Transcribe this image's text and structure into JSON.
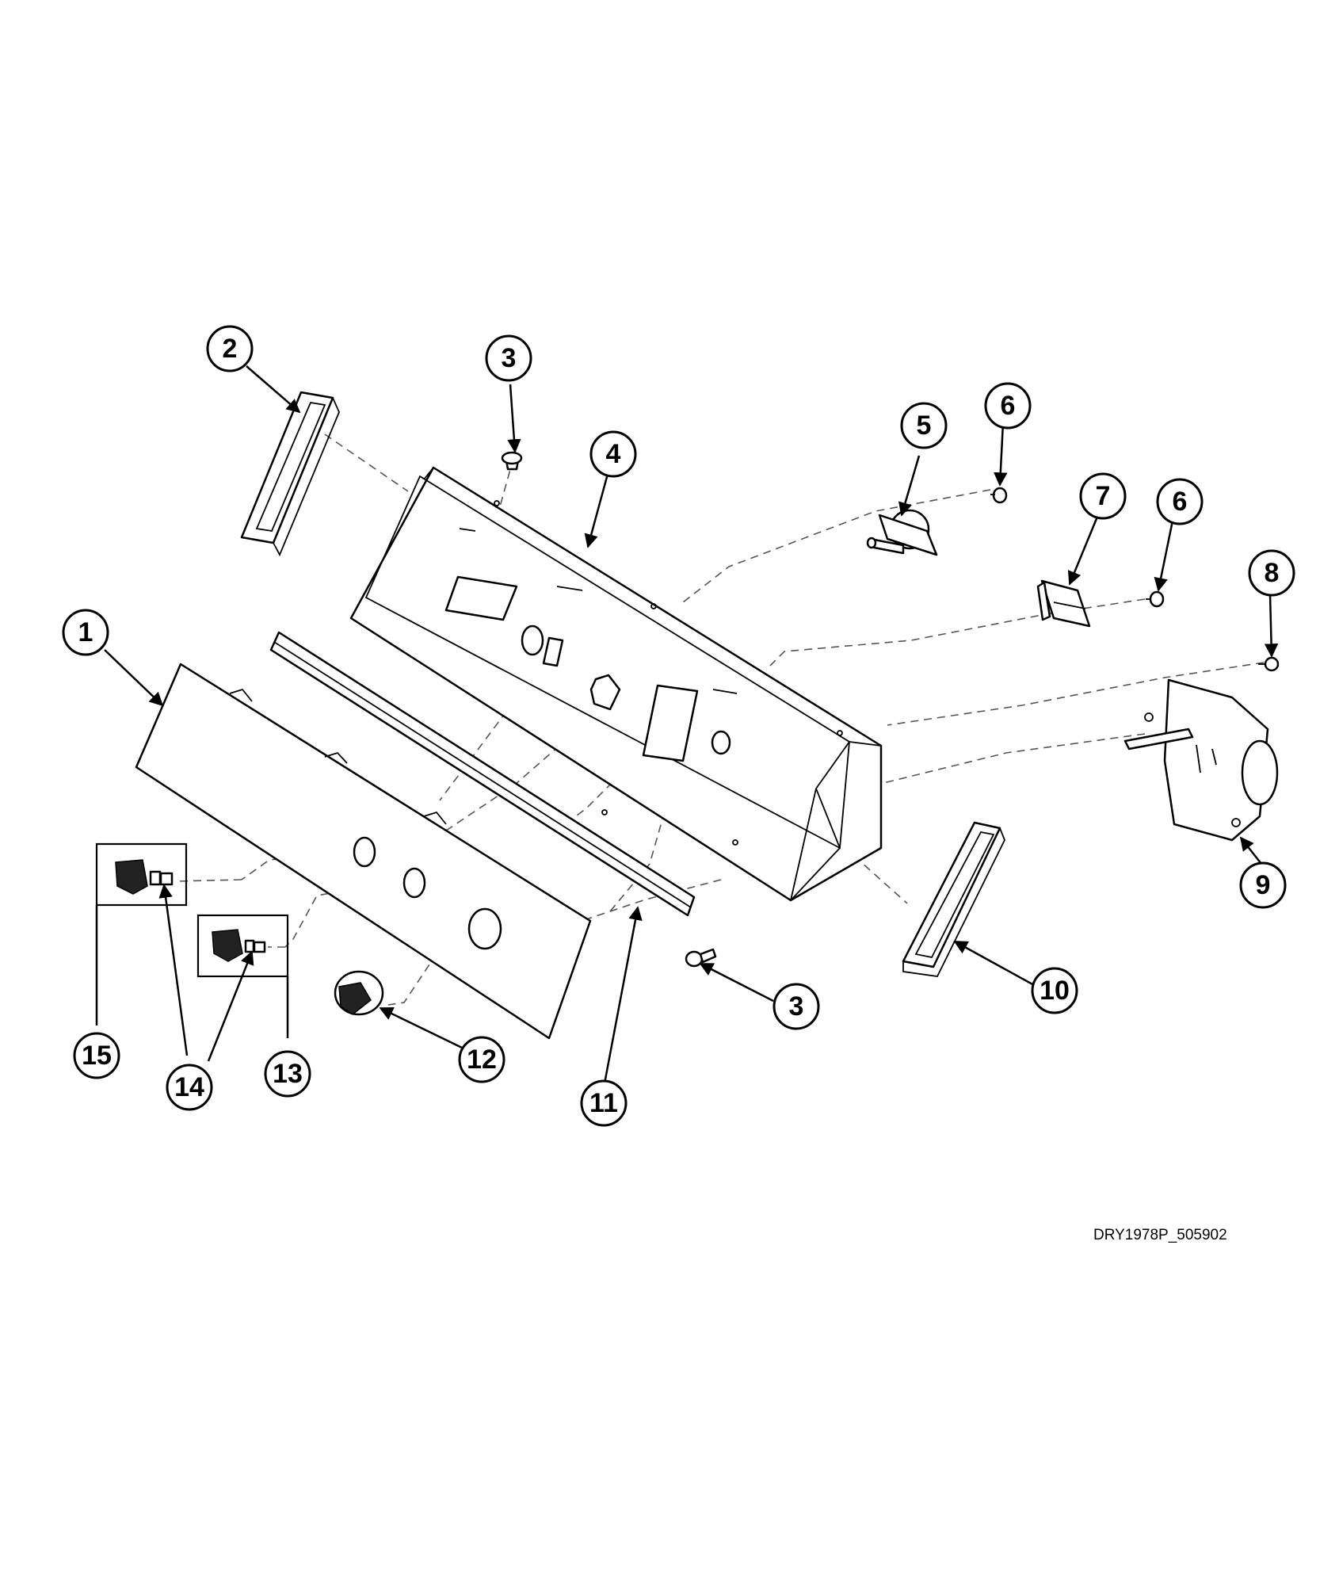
{
  "drawing_id": "DRY1978P_505902",
  "callouts": [
    "1",
    "2",
    "3",
    "4",
    "5",
    "6",
    "7",
    "8",
    "9",
    "10",
    "11",
    "12",
    "13",
    "14",
    "15"
  ],
  "colors": {
    "line": "#000000",
    "dash": "#555555",
    "background": "#ffffff"
  }
}
